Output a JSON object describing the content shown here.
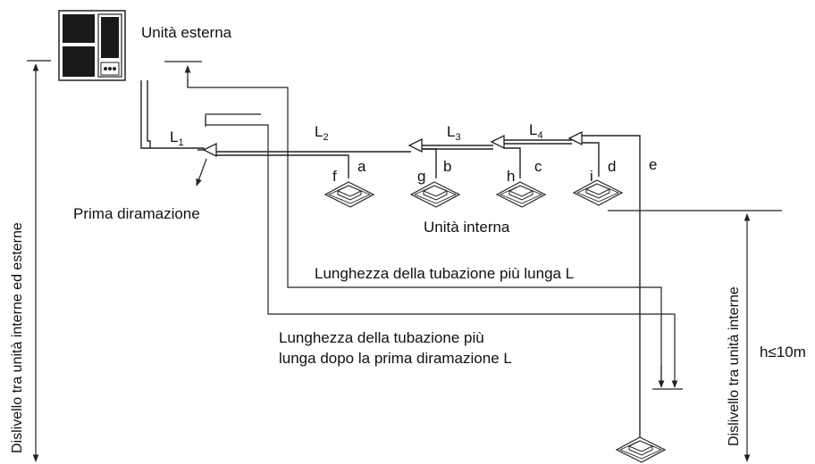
{
  "labels": {
    "outdoor_unit": "Unità esterna",
    "first_branch": "Prima diramazione",
    "indoor_unit": "Unità interna",
    "longest_pipe": "Lunghezza della tubazione più lunga L",
    "longest_after_branch_line1": "Lunghezza della tubazione più",
    "longest_after_branch_line2": "lunga dopo la prima diramazione L",
    "height_indoor_outdoor": "Dislivello tra unità interne ed esterne",
    "height_indoor_indoor": "Dislivello tra unità interne",
    "h_limit": "h≤10m"
  },
  "segments": {
    "L1": {
      "main": "L",
      "sub": "1"
    },
    "L2": {
      "main": "L",
      "sub": "2"
    },
    "L3": {
      "main": "L",
      "sub": "3"
    },
    "L4": {
      "main": "L",
      "sub": "4"
    }
  },
  "branches": {
    "a": "a",
    "b": "b",
    "c": "c",
    "d": "d",
    "e": "e",
    "f": "f",
    "g": "g",
    "h": "h",
    "i": "i"
  },
  "colors": {
    "line": "#222222",
    "text": "#111111",
    "unit_dark": "#1a1a1a"
  }
}
